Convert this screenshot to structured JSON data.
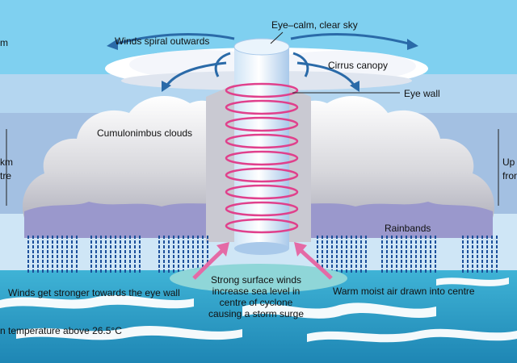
{
  "labels": {
    "eye": "Eye–calm, clear sky",
    "winds_spiral": "Winds spiral outwards",
    "cirrus": "Cirrus canopy",
    "eye_wall": "Eye wall",
    "cumulonimbus": "Cumulonimbus clouds",
    "rainbands": "Rainbands",
    "winds_stronger": "Winds get stronger towards the eye wall",
    "surface_winds": "Strong surface winds increase sea level in centre of cyclone causing a storm surge",
    "warm_air": "Warm moist air drawn into centre",
    "sea_temp": "n temperature above 26.5°C",
    "left_frag_top": "m",
    "left_frag_mid1": "km",
    "left_frag_mid2": "tre",
    "right_frag1": "Up",
    "right_frag2": "fron"
  },
  "colors": {
    "sky_top": "#7fd0f0",
    "sky_band": "#b8daf2",
    "mid_band": "#9fbce0",
    "lower_band": "#cfe6f6",
    "sea": "#2a9cc4",
    "cloud_shadow": "#8c8cc8",
    "spiral": "#e0408c",
    "arrow_blue": "#2a6aa8",
    "rain": "#1c4f9a"
  }
}
